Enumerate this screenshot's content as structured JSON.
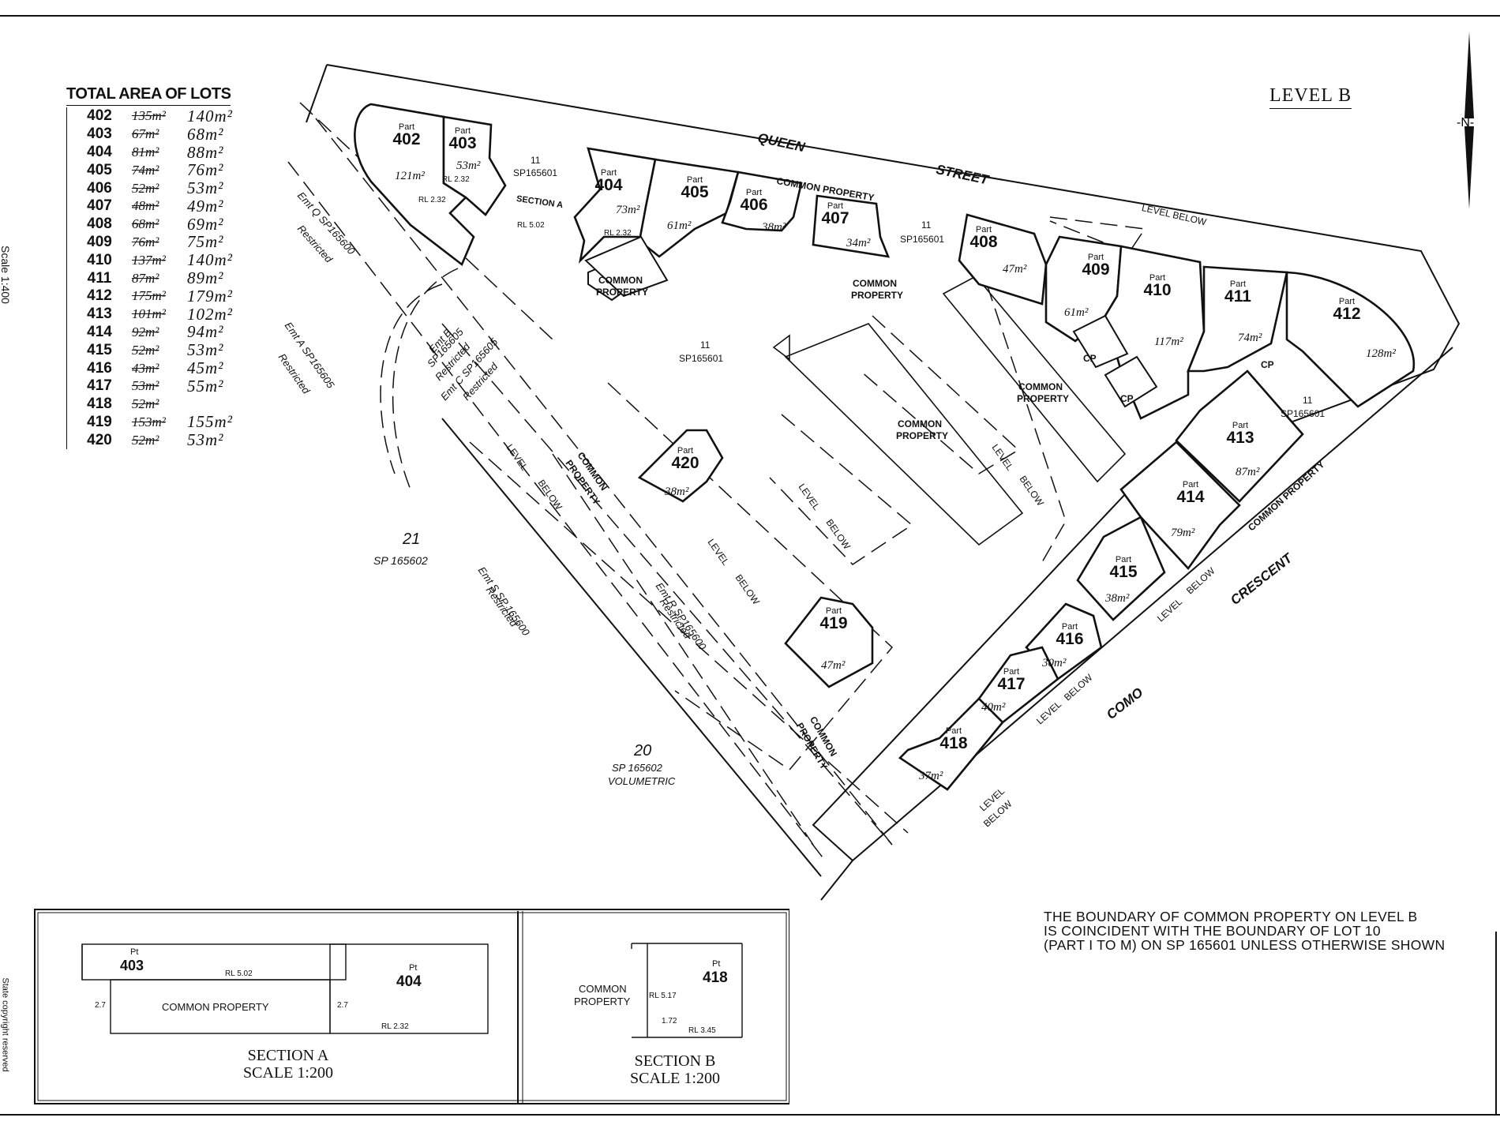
{
  "level_title": "LEVEL B",
  "north_label": "-N-",
  "side_scale": "Scale 1:400",
  "area_table": {
    "heading": "TOTAL AREA OF LOTS",
    "rows": [
      {
        "lot": "402",
        "orig": "135m²",
        "rev": "140m²"
      },
      {
        "lot": "403",
        "orig": "67m²",
        "rev": "68m²"
      },
      {
        "lot": "404",
        "orig": "81m²",
        "rev": "88m²"
      },
      {
        "lot": "405",
        "orig": "74m²",
        "rev": "76m²"
      },
      {
        "lot": "406",
        "orig": "52m²",
        "rev": "53m²"
      },
      {
        "lot": "407",
        "orig": "48m²",
        "rev": "49m²"
      },
      {
        "lot": "408",
        "orig": "68m²",
        "rev": "69m²"
      },
      {
        "lot": "409",
        "orig": "76m²",
        "rev": "75m²"
      },
      {
        "lot": "410",
        "orig": "137m²",
        "rev": "140m²"
      },
      {
        "lot": "411",
        "orig": "87m²",
        "rev": "89m²"
      },
      {
        "lot": "412",
        "orig": "175m²",
        "rev": "179m²"
      },
      {
        "lot": "413",
        "orig": "101m²",
        "rev": "102m²"
      },
      {
        "lot": "414",
        "orig": "92m²",
        "rev": "94m²"
      },
      {
        "lot": "415",
        "orig": "52m²",
        "rev": "53m²"
      },
      {
        "lot": "416",
        "orig": "43m²",
        "rev": "45m²"
      },
      {
        "lot": "417",
        "orig": "53m²",
        "rev": "55m²"
      },
      {
        "lot": "418",
        "orig": "52m²",
        "rev": ""
      },
      {
        "lot": "419",
        "orig": "153m²",
        "rev": "155m²"
      },
      {
        "lot": "420",
        "orig": "52m²",
        "rev": "53m²"
      }
    ]
  },
  "streets": {
    "queen": "QUEEN",
    "street": "STREET",
    "como": "COMO",
    "crescent": "CRESCENT"
  },
  "lots": [
    {
      "num": "402",
      "part": "Part",
      "area": "121m²"
    },
    {
      "num": "403",
      "part": "Part",
      "area": "53m²"
    },
    {
      "num": "404",
      "part": "Part",
      "area": "73m²"
    },
    {
      "num": "405",
      "part": "Part",
      "area": "61m²"
    },
    {
      "num": "406",
      "part": "Part",
      "area": "38m²"
    },
    {
      "num": "407",
      "part": "Part",
      "area": "34m²"
    },
    {
      "num": "408",
      "part": "Part",
      "area": "47m²"
    },
    {
      "num": "409",
      "part": "Part",
      "area": "61m²"
    },
    {
      "num": "410",
      "part": "Part",
      "area": "117m²"
    },
    {
      "num": "411",
      "part": "Part",
      "area": "74m²"
    },
    {
      "num": "412",
      "part": "Part",
      "area": "128m²"
    },
    {
      "num": "413",
      "part": "Part",
      "area": "87m²"
    },
    {
      "num": "414",
      "part": "Part",
      "area": "79m²"
    },
    {
      "num": "415",
      "part": "Part",
      "area": "38m²"
    },
    {
      "num": "416",
      "part": "Part",
      "area": "30m²"
    },
    {
      "num": "417",
      "part": "Part",
      "area": "40m²"
    },
    {
      "num": "418",
      "part": "Part",
      "area": "37m²"
    },
    {
      "num": "419",
      "part": "Part",
      "area": "47m²"
    },
    {
      "num": "420",
      "part": "Part",
      "area": "38m²"
    }
  ],
  "labels": {
    "common_property": "COMMON PROPERTY",
    "common": "COMMON",
    "property": "PROPERTY",
    "cp": "CP",
    "level_below": "LEVEL BELOW",
    "level": "LEVEL",
    "below": "BELOW",
    "eleven": "11",
    "sp165601": "SP165601",
    "section_a": "SECTION A",
    "section_b": "SECTION B",
    "rl232": "RL 2.32",
    "rl502": "RL 5.02",
    "rl_502_short": "RL 5.02",
    "emt_q": "Emt Q SP165600",
    "emt_a": "Emt A SP165605",
    "emt_b": "Emt B",
    "emt_b_sp": "SP165605",
    "emt_c": "Emt C SP165605",
    "restricted": "Restricted",
    "emt_s": "Emt S SP 165600",
    "emt_r": "Emt R SP165600",
    "lot21": "21",
    "sp165602": "SP 165602",
    "lot20": "20",
    "volumetric": "VOLUMETRIC"
  },
  "note": {
    "line1": "THE BOUNDARY OF COMMON PROPERTY ON LEVEL B",
    "line2": "IS COINCIDENT WITH THE BOUNDARY OF LOT 10",
    "line3": "(PART I TO M) ON SP 165601 UNLESS OTHERWISE SHOWN"
  },
  "section_a": {
    "pt": "Pt",
    "lot403": "403",
    "lot404": "404",
    "rl502": "RL 5.02",
    "rl232": "RL 2.32",
    "common_property": "COMMON PROPERTY",
    "dim": "2.7",
    "title": "SECTION A",
    "scale": "SCALE 1:200"
  },
  "section_b": {
    "pt": "Pt",
    "lot418": "418",
    "common": "COMMON",
    "property": "PROPERTY",
    "rl517": "RL 5.17",
    "rl345": "RL 3.45",
    "dim": "1.72",
    "title": "SECTION B",
    "scale": "SCALE 1:200"
  },
  "copyright": "State copyright reserved"
}
